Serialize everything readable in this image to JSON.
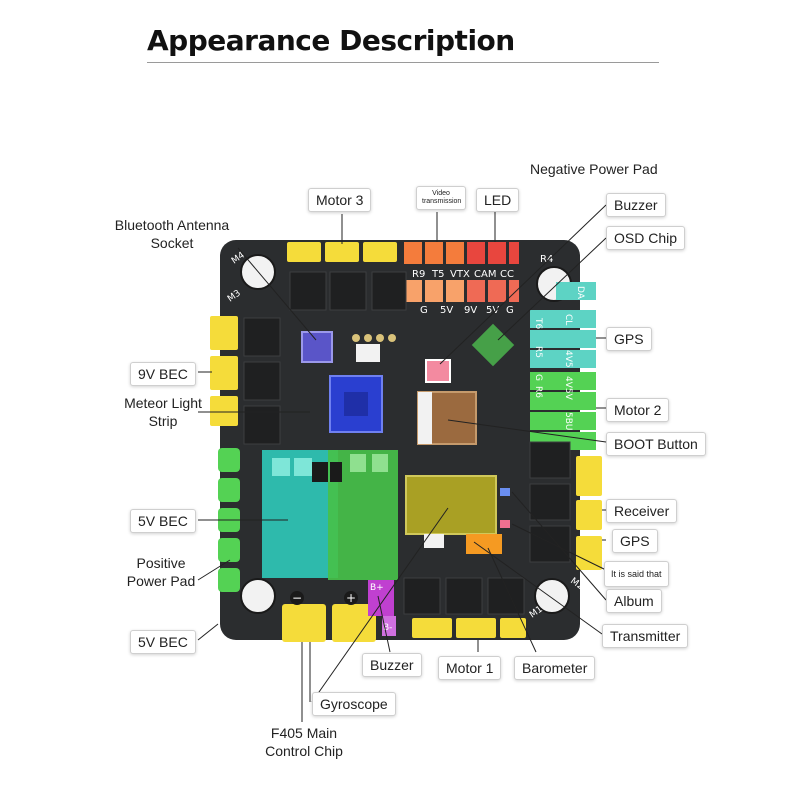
{
  "title": "Appearance Description",
  "labels": {
    "negative_power_pad": "Negative Power Pad",
    "motor3": "Motor 3",
    "video_transmission": "Video transmission",
    "led": "LED",
    "buzzer_top": "Buzzer",
    "osd_chip": "OSD Chip",
    "bluetooth_antenna_socket": "Bluetooth Antenna Socket",
    "gps_top": "GPS",
    "bec_9v": "9V BEC",
    "meteor_light_strip": "Meteor Light Strip",
    "motor2": "Motor 2",
    "boot_button": "BOOT Button",
    "bec_5v_upper": "5V BEC",
    "receiver": "Receiver",
    "positive_power_pad": "Positive Power Pad",
    "gps_bottom": "GPS",
    "it_is_said_that": "It is said that",
    "album": "Album",
    "bec_5v_lower": "5V BEC",
    "transmitter": "Transmitter",
    "buzzer_bottom": "Buzzer",
    "motor1": "Motor 1",
    "barometer": "Barometer",
    "gyroscope": "Gyroscope",
    "f405_main_control_chip": "F405 Main Control Chip"
  },
  "board": {
    "top_pad_labels": [
      "R9",
      "T5",
      "VTX",
      "CAM",
      "CC",
      "R4"
    ],
    "top_pad_labels_row2": [
      "G",
      "5V",
      "9V",
      "5V",
      "G"
    ],
    "right_pad_labels": [
      "DA",
      "CL",
      "4V5",
      "R5",
      "T6",
      "R6",
      "G",
      "4V5V",
      "5BU"
    ],
    "corner_labels": [
      "M3",
      "M4",
      "M2",
      "M1"
    ],
    "bottom_small": [
      "B+",
      "B-"
    ],
    "polarity": [
      "−",
      "+"
    ]
  },
  "colors": {
    "board": "#2b2d2f",
    "yellow_pad": "#f5dc3a",
    "orange_pad": "#f47c3c",
    "red_pad": "#e8463e",
    "green_pad": "#54d254",
    "teal_pad": "#5dd3c4",
    "cyan_block": "#2fc7b7",
    "green_block": "#46c04a",
    "blue_chip": "#2a3fd0",
    "brown_chip": "#9b6a3f",
    "olive_chip": "#a9a024",
    "purple_pad": "#c040d0",
    "leader_line": "#222222"
  }
}
